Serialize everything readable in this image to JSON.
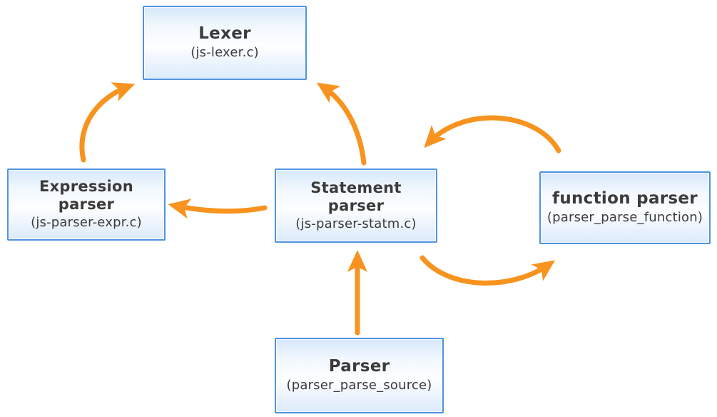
{
  "diagram": {
    "colors": {
      "arrow": "#f7931e",
      "node_border": "#4f93e0",
      "node_fill_top": "#d7e8fa",
      "node_fill_middle": "#fdfeff",
      "node_fill_bottom": "#dcebfa",
      "text": "#3b3b3b",
      "background": "#ffffff"
    },
    "nodes": [
      {
        "id": "lexer",
        "title": "Lexer",
        "subtitle": "(js-lexer.c)"
      },
      {
        "id": "expression-parser",
        "title": "Expression\nparser",
        "subtitle": "(js-parser-expr.c)"
      },
      {
        "id": "statement-parser",
        "title": "Statement\nparser",
        "subtitle": "(js-parser-statm.c)"
      },
      {
        "id": "function-parser",
        "title": "function parser",
        "subtitle": "(parser_parse_function)"
      },
      {
        "id": "parser",
        "title": "Parser",
        "subtitle": "(parser_parse_source)"
      }
    ],
    "edges": [
      {
        "from": "expression-parser",
        "to": "lexer"
      },
      {
        "from": "statement-parser",
        "to": "lexer"
      },
      {
        "from": "statement-parser",
        "to": "expression-parser"
      },
      {
        "from": "function-parser",
        "to": "statement-parser"
      },
      {
        "from": "statement-parser",
        "to": "function-parser"
      },
      {
        "from": "parser",
        "to": "statement-parser"
      }
    ]
  }
}
